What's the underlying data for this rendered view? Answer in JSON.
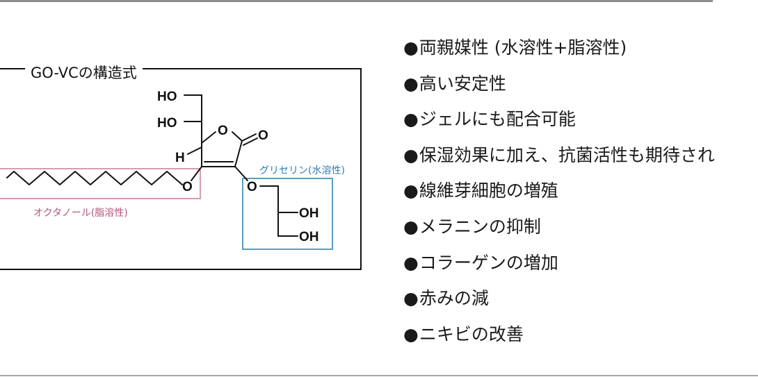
{
  "diagram": {
    "title": "GO-VCの構造式",
    "octanol_label": "オクタノール(脂溶性)",
    "glycerin_label": "グリセリン(水溶性)",
    "atoms": {
      "ho_top": "HO",
      "ho_mid": "HO",
      "ring_o": "O",
      "carbonyl_o": "O",
      "h": "H",
      "ether_o_left": "O",
      "ether_o_right": "O",
      "oh_top": "OH",
      "oh_bottom": "OH"
    },
    "colors": {
      "octanol": "#d69ab4",
      "glycerin": "#5b9bc2",
      "frame": "#111111"
    }
  },
  "features": {
    "bullet": "●",
    "items": [
      "両親媒性 (水溶性+脂溶性)",
      "高い安定性",
      "ジェルにも配合可能",
      "保湿効果に加え、抗菌活性も期待され",
      "線維芽細胞の増殖",
      "メラニンの抑制",
      "コラーゲンの増加",
      "赤みの減",
      "ニキビの改善"
    ]
  }
}
